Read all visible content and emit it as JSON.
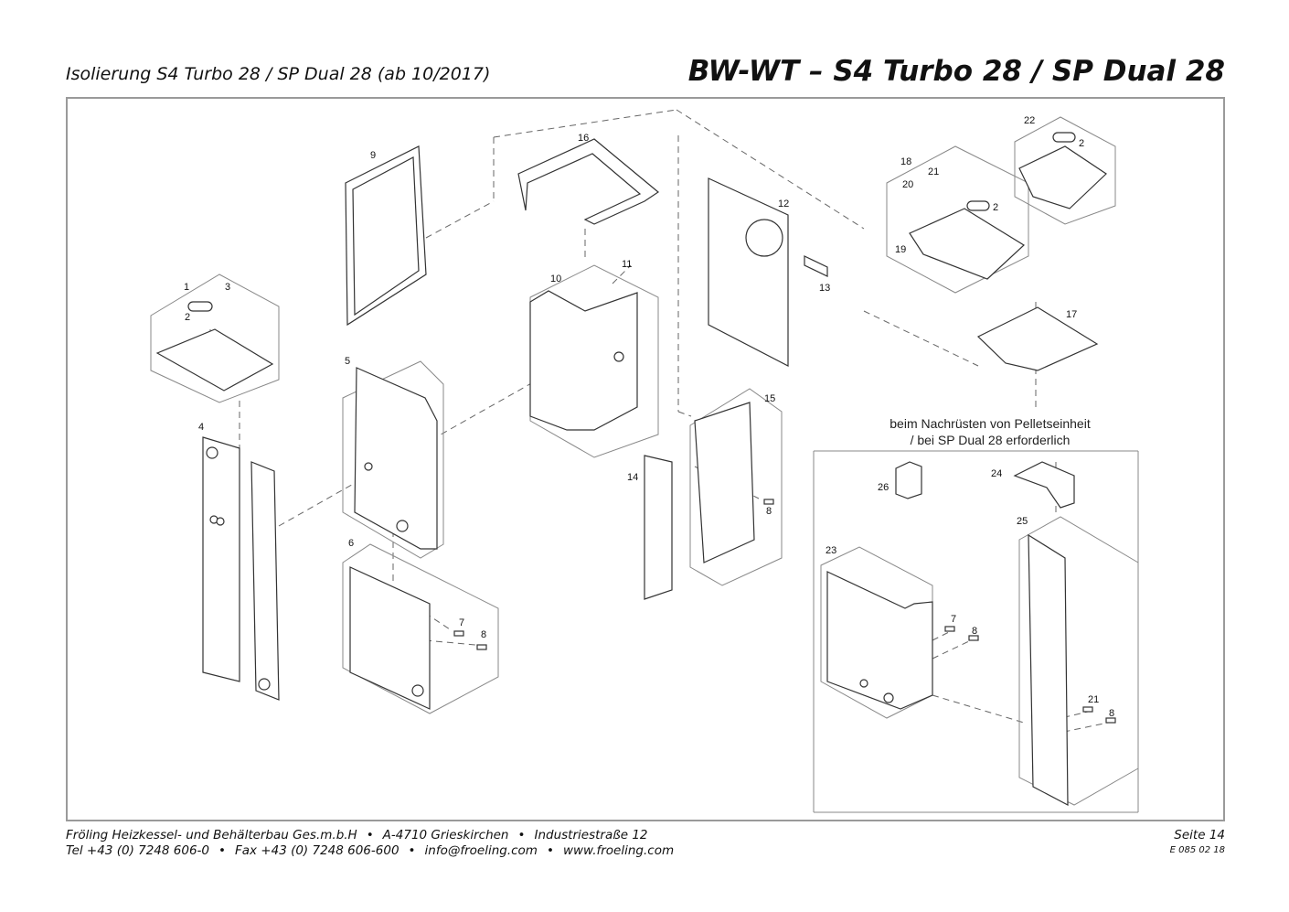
{
  "header": {
    "subtitle": "Isolierung S4 Turbo 28 / SP Dual 28 (ab 10/2017)",
    "title": "BW-WT – S4 Turbo 28 / SP Dual 28"
  },
  "diagram": {
    "retrofit_note_line1": "beim Nachrüsten von Pelletseinheit",
    "retrofit_note_line2": "/ bei SP Dual 28 erforderlich",
    "part_numbers": [
      "1",
      "2",
      "3",
      "4",
      "5",
      "6",
      "7",
      "8",
      "9",
      "10",
      "11",
      "12",
      "13",
      "14",
      "15",
      "16",
      "17",
      "18",
      "19",
      "20",
      "21",
      "22",
      "23",
      "24",
      "25",
      "26"
    ]
  },
  "footer": {
    "company": "Fröling Heizkessel- und Behälterbau Ges.m.b.H",
    "city": "A-4710 Grieskirchen",
    "street": "Industriestraße 12",
    "tel": "Tel +43 (0) 7248 606-0",
    "fax": "Fax +43 (0) 7248 606-600",
    "email": "info@froeling.com",
    "web": "www.froeling.com",
    "page": "Seite 14",
    "doc_code": "E 085 02 18",
    "bullet": "•"
  },
  "colors": {
    "line": "#333333",
    "dash": "#666666",
    "frame": "#9a9a9a"
  }
}
